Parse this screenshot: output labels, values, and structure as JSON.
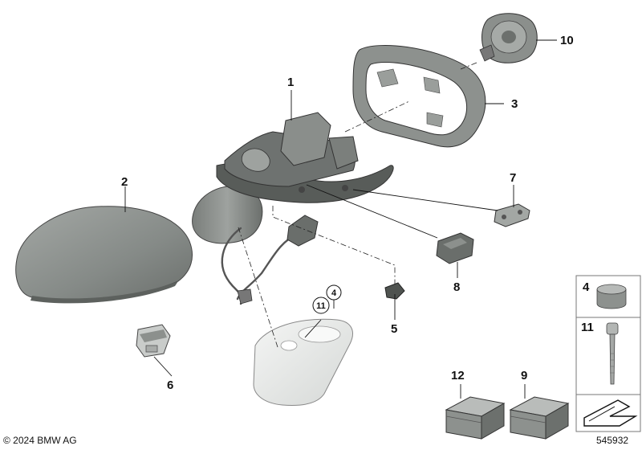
{
  "callouts": {
    "c1": "1",
    "c2": "2",
    "c3": "3",
    "c5": "5",
    "c6": "6",
    "c7": "7",
    "c8": "8",
    "c9": "9",
    "c10": "10",
    "c12": "12"
  },
  "circled_refs": {
    "r4": "4",
    "r11": "11"
  },
  "sidebar_labels": {
    "s4": "4",
    "s11": "11"
  },
  "footer": {
    "copyright": "© 2024 BMW AG",
    "diagram_number": "545932"
  },
  "colors": {
    "part_gray": "#8f9490",
    "part_dark": "#5e625f",
    "part_light": "#e6e8e6",
    "line": "#111111",
    "box_border": "#777777"
  }
}
